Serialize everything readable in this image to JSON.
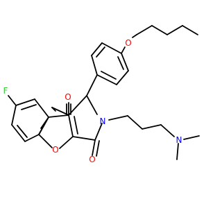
{
  "molecule": {
    "atoms": [
      {
        "name": "carbonyl-oxygen-top",
        "element": "O",
        "label": "O"
      },
      {
        "name": "ether-oxygen-butoxy",
        "element": "O",
        "label": "O"
      },
      {
        "name": "fluorine",
        "element": "F",
        "label": "F"
      },
      {
        "name": "chromone-ring-oxygen",
        "element": "O",
        "label": "O"
      },
      {
        "name": "carbonyl-oxygen-lactam",
        "element": "O",
        "label": "O"
      },
      {
        "name": "lactam-nitrogen",
        "element": "N",
        "label": "N"
      },
      {
        "name": "dimethylamino-nitrogen",
        "element": "N",
        "label": "N"
      }
    ],
    "colors": {
      "oxygen": "#ff0000",
      "nitrogen": "#0000ff",
      "fluorine": "#33cc33",
      "bond": "#000000"
    }
  }
}
